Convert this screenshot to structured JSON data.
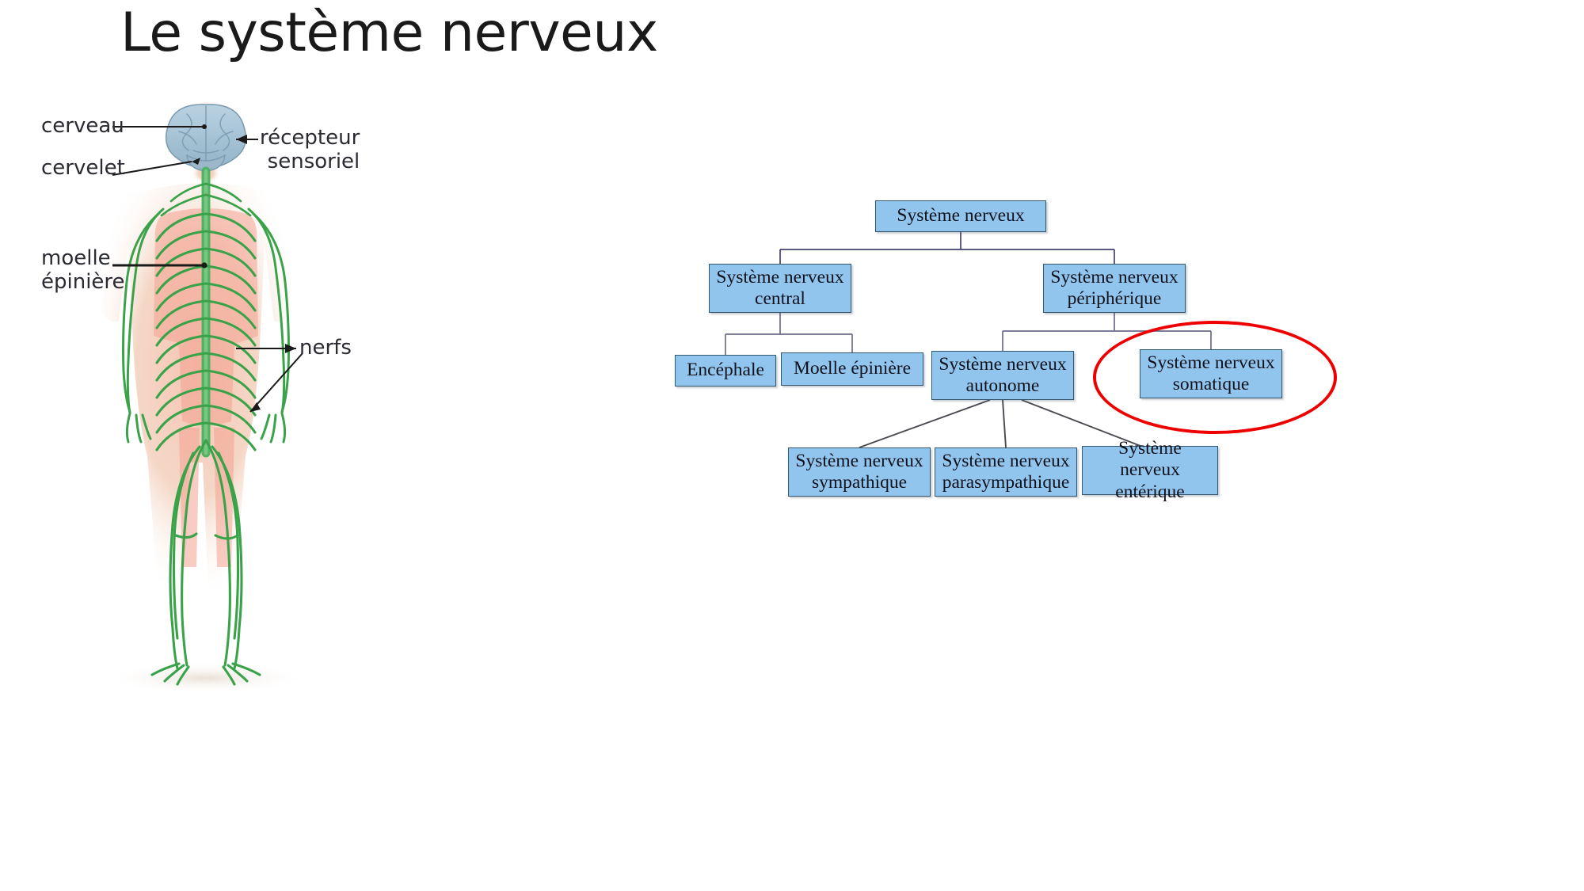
{
  "slide": {
    "title": "Le système nerveux",
    "background_color": "#ffffff"
  },
  "anatomy": {
    "caption_labels": {
      "cerveau": "cerveau",
      "cervelet": "cervelet",
      "recepteur_line1": "récepteur",
      "recepteur_line2": "sensoriel",
      "moelle_line1": "moelle",
      "moelle_line2": "épinière",
      "nerfs": "nerfs"
    },
    "colors": {
      "nerve_green": "#3aa34a",
      "brain_blue": "#a8c4d8",
      "skin_pink": "#f3b5a4",
      "leader_line": "#1a1a1a"
    }
  },
  "chart_data": {
    "type": "diagram",
    "subtype": "hierarchy-tree",
    "title": "Le système nerveux",
    "highlight": {
      "target_node": "somatique",
      "shape": "ellipse",
      "color": "#ee0000"
    },
    "node_style": {
      "fill": "#92c5ee",
      "border": "#31586e",
      "text": "#11121c"
    },
    "nodes": [
      {
        "id": "root",
        "label": "Système nerveux",
        "lines": [
          "Système nerveux"
        ],
        "level": 0,
        "parent": null
      },
      {
        "id": "snc",
        "label": "Système nerveux central",
        "lines": [
          "Système nerveux",
          "central"
        ],
        "level": 1,
        "parent": "root"
      },
      {
        "id": "snp",
        "label": "Système nerveux périphérique",
        "lines": [
          "Système nerveux",
          "périphérique"
        ],
        "level": 1,
        "parent": "root"
      },
      {
        "id": "encephale",
        "label": "Encéphale",
        "lines": [
          "Encéphale"
        ],
        "level": 2,
        "parent": "snc"
      },
      {
        "id": "moelle",
        "label": "Moelle épinière",
        "lines": [
          "Moelle épinière"
        ],
        "level": 2,
        "parent": "snc"
      },
      {
        "id": "autonome",
        "label": "Système nerveux autonome",
        "lines": [
          "Système nerveux",
          "autonome"
        ],
        "level": 2,
        "parent": "snp"
      },
      {
        "id": "somatique",
        "label": "Système nerveux somatique",
        "lines": [
          "Système nerveux",
          "somatique"
        ],
        "level": 2,
        "parent": "snp"
      },
      {
        "id": "sympathique",
        "label": "Système nerveux sympathique",
        "lines": [
          "Système nerveux",
          "sympathique"
        ],
        "level": 3,
        "parent": "autonome"
      },
      {
        "id": "parasympathique",
        "label": "Système nerveux parasympathique",
        "lines": [
          "Système nerveux",
          "parasympathique"
        ],
        "level": 3,
        "parent": "autonome"
      },
      {
        "id": "enterique",
        "label": "Système nerveux entérique",
        "lines": [
          "Système nerveux",
          "entérique"
        ],
        "level": 3,
        "parent": "autonome"
      }
    ],
    "edges": [
      {
        "from": "root",
        "to": "snc"
      },
      {
        "from": "root",
        "to": "snp"
      },
      {
        "from": "snc",
        "to": "encephale"
      },
      {
        "from": "snc",
        "to": "moelle"
      },
      {
        "from": "snp",
        "to": "autonome"
      },
      {
        "from": "snp",
        "to": "somatique"
      },
      {
        "from": "autonome",
        "to": "sympathique"
      },
      {
        "from": "autonome",
        "to": "parasympathique"
      },
      {
        "from": "autonome",
        "to": "enterique"
      }
    ]
  },
  "nodes_text": {
    "root": {
      "l1": "Système nerveux",
      "l2": ""
    },
    "snc": {
      "l1": "Système nerveux",
      "l2": "central"
    },
    "snp": {
      "l1": "Système nerveux",
      "l2": "périphérique"
    },
    "encephale": {
      "l1": "Encéphale",
      "l2": ""
    },
    "moelle": {
      "l1": "Moelle épinière",
      "l2": ""
    },
    "autonome": {
      "l1": "Système nerveux",
      "l2": "autonome"
    },
    "somatique": {
      "l1": "Système nerveux",
      "l2": "somatique"
    },
    "sympathique": {
      "l1": "Système nerveux",
      "l2": "sympathique"
    },
    "parasympathique": {
      "l1": "Système nerveux",
      "l2": "parasympathique"
    },
    "enterique": {
      "l1": "Système nerveux",
      "l2": "entérique"
    }
  }
}
